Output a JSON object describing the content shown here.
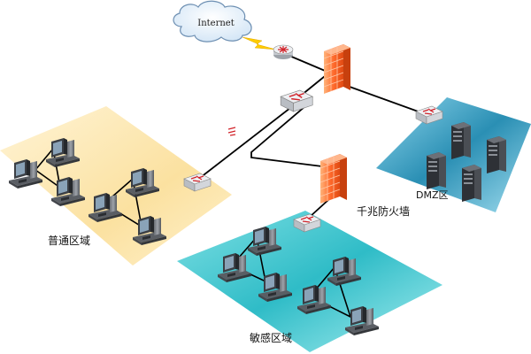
{
  "internet": {
    "label": "Internet"
  },
  "firewall": {
    "label": "千兆防火墙"
  },
  "zones": {
    "normal": {
      "label": "普通区域"
    },
    "sensitive": {
      "label": "敏感区域"
    },
    "dmz": {
      "label": "DMZ区"
    }
  },
  "colors": {
    "normal_zone": "#fbe3a4",
    "sensitive_zone": "#3fc4cc",
    "dmz_zone": "#2c8db0",
    "firewall": "#ff6a2c",
    "link": "#000000",
    "lightning": "#ffcc00"
  },
  "icons": [
    "cloud-icon",
    "router-icon",
    "firewall-icon",
    "switch-icon",
    "computer-icon",
    "server-icon",
    "lightning-icon",
    "link-activity-icon"
  ]
}
